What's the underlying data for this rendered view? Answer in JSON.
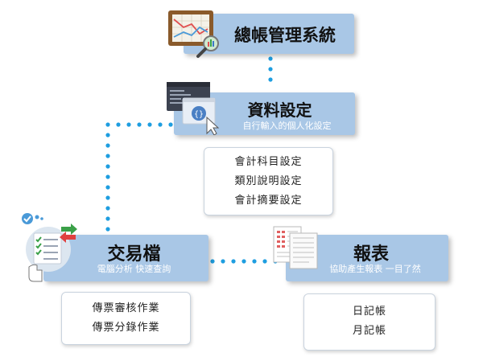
{
  "nodes": {
    "root": {
      "title": "總帳管理系統"
    },
    "settings": {
      "title": "資料設定",
      "subtitle": "自行輸入的個人化設定",
      "items": [
        "會計科目設定",
        "類別說明設定",
        "會計摘要設定"
      ]
    },
    "transactions": {
      "title": "交易檔",
      "subtitle": "電腦分析 快速查詢",
      "items": [
        "傳票審核作業",
        "傳票分錄作業"
      ]
    },
    "reports": {
      "title": "報表",
      "subtitle": "協助產生報表 一目了然",
      "items": [
        "日記帳",
        "月記帳"
      ]
    }
  },
  "colors": {
    "box_fill": "#a9c7e6",
    "connector": "#1e9ee0",
    "subtitle_text": "#ffffff"
  }
}
